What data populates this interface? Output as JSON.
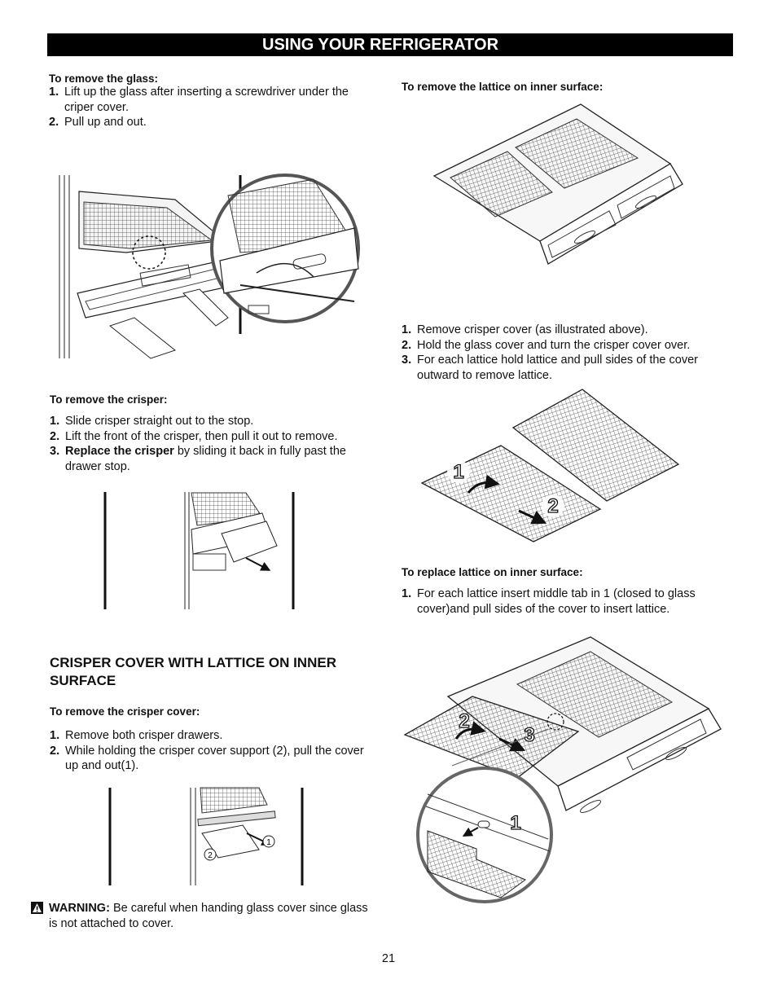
{
  "header": {
    "title": "USING YOUR REFRIGERATOR"
  },
  "remove_glass": {
    "heading": "To remove the glass:",
    "steps": [
      {
        "num": "1.",
        "text": "Lift up the glass after inserting a screwdriver under the criper cover."
      },
      {
        "num": "2.",
        "text": "Pull up and out."
      }
    ]
  },
  "remove_crisper": {
    "heading": "To remove the crisper:",
    "steps": [
      {
        "num": "1.",
        "text": "Slide crisper straight out to the stop."
      },
      {
        "num": "2.",
        "text": "Lift the front of the crisper, then pull it out to remove."
      },
      {
        "num": "3.",
        "bold": "Replace the crisper",
        "text": " by sliding it back in fully past the drawer stop."
      }
    ]
  },
  "lattice_section": {
    "heading": "CRISPER COVER WITH LATTICE ON INNER SURFACE",
    "subheading": "To remove the crisper cover:",
    "steps": [
      {
        "num": "1.",
        "text": "Remove both crisper drawers."
      },
      {
        "num": "2.",
        "text": "While holding the crisper cover support (2), pull the cover up and out(1)."
      }
    ],
    "callouts": {
      "one": "1",
      "two": "2"
    }
  },
  "warning": {
    "label": "WARNING:",
    "text": " Be careful when handing glass cover since glass is not attached to cover."
  },
  "remove_lattice": {
    "heading": "To remove the lattice on inner surface:",
    "steps": [
      {
        "num": "1.",
        "text": "Remove crisper cover (as illustrated above)."
      },
      {
        "num": "2.",
        "text": "Hold the glass cover and turn the crisper cover over."
      },
      {
        "num": "3.",
        "text": "For each lattice hold lattice and pull sides of the cover outward to remove lattice."
      }
    ],
    "callouts": {
      "one": "1",
      "two": "2"
    }
  },
  "replace_lattice": {
    "heading": "To replace lattice on inner surface:",
    "steps": [
      {
        "num": "1.",
        "text": "For each lattice insert middle tab in 1 (closed to glass cover)and pull sides of the cover to insert lattice."
      }
    ],
    "callouts": {
      "one": "1",
      "two": "2",
      "three": "3"
    }
  },
  "footer": {
    "page_number": "21"
  }
}
